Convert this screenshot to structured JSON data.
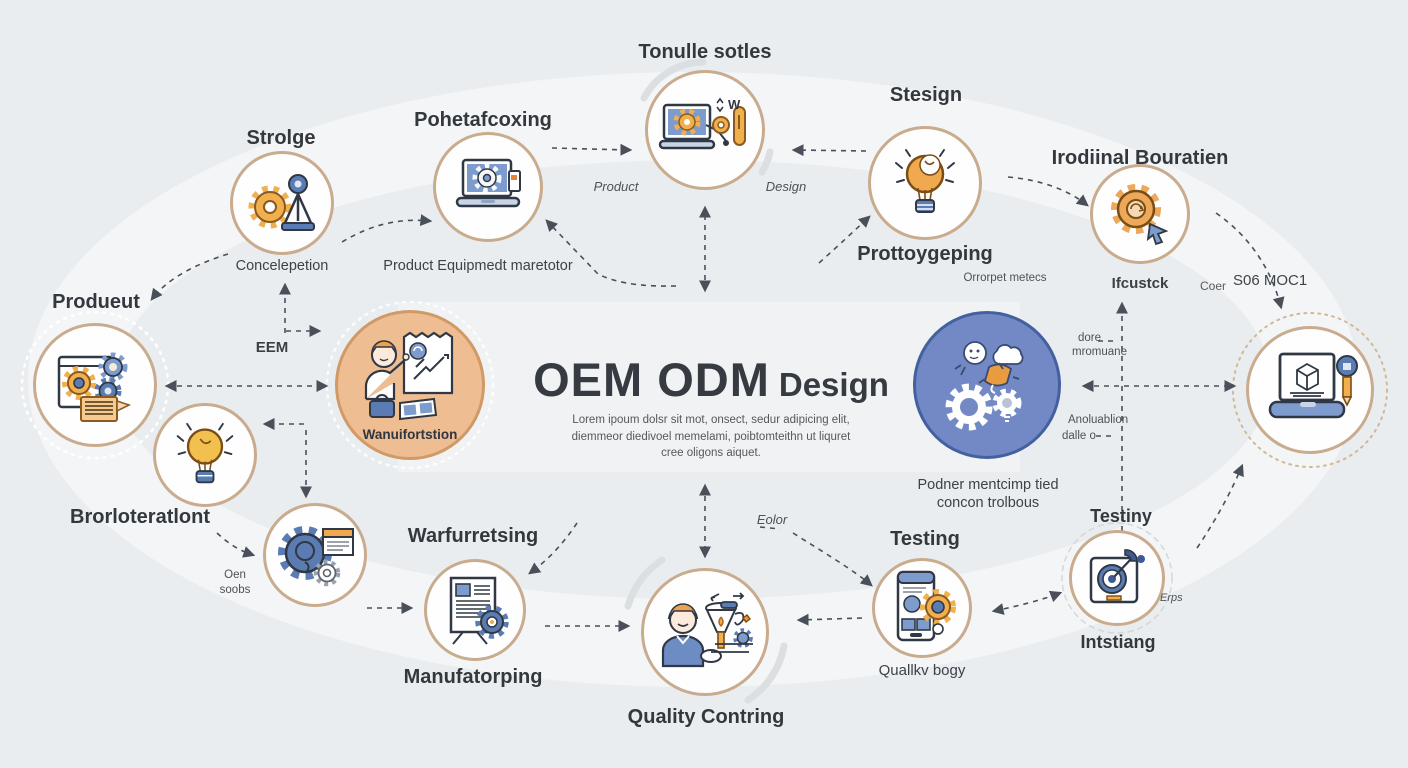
{
  "diagram": {
    "center": {
      "title": "OEM ODM",
      "title_accent": "Design",
      "body_line1": "Lorem ipoum dolsr sit mot, onsect, sedur adipicing elit,",
      "body_line2": "diemmeor diedivoel memelami, poibtomteithn ut liquret",
      "body_line3": "cree oligons aiquet."
    },
    "nodes": {
      "strolge": {
        "title": "Strolge",
        "caption": "Concelepetion"
      },
      "pohetafcoxing": {
        "title": "Pohetafcoxing",
        "caption": "Product Equipmedt maretotor"
      },
      "tonulle": {
        "title": "Tonulle sotles",
        "note_left": "Product",
        "note_right": "Design",
        "icon_letter": "W"
      },
      "stesign": {
        "title": "Stesign",
        "caption": "Prottoygeping",
        "note": "Orrorpet metecs"
      },
      "irodiinal": {
        "title": "Irodiinal Bouratien",
        "caption": "Ifcustck",
        "note_small": "Coer",
        "note_code": "S06 MOC1"
      },
      "produeut": {
        "title": "Produeut",
        "note": "EEM"
      },
      "brorloteratlont": {
        "title": "Brorloteratlont",
        "note_line1": "Oen",
        "note_line2": "soobs"
      },
      "warfurretsing": {
        "title": "Warfurretsing"
      },
      "manufatorping": {
        "title": "Manufatorping"
      },
      "quality": {
        "title": "Quality Contring"
      },
      "testing": {
        "title": "Testing",
        "caption": "Quallkv bogy"
      },
      "testiny": {
        "title": "Testiny",
        "caption": "Intstiang",
        "note": "Erps"
      },
      "wanuifortstion": {
        "label": "Wanuifortstion"
      },
      "collaboration": {
        "caption_line1": "Podner mentcimp tied",
        "caption_line2": "concon trolbous"
      }
    },
    "annotations": {
      "eolor": "Eolor",
      "dore": "dore",
      "mromuane": "mromuane",
      "anoluablion": "Anoluablion",
      "dalle": "dalle o"
    },
    "icons": {
      "strolge": "gear-tripod-icon",
      "pohetafcoxing": "laptop-gear-icon",
      "tonulle": "laptop-config-icon",
      "stesign": "lightbulb-icon",
      "irodiinal": "gear-cursor-icon",
      "right_station": "laptop-cube-pencil-icon",
      "produeut": "document-gears-icon",
      "brorloteratlont": "lightbulb-icon",
      "oem_gear": "blue-gear-window-icon",
      "manufatorping": "document-gear-icon",
      "quality": "person-funnel-icon",
      "testing": "phone-gear-icon",
      "testiny": "target-pin-icon",
      "wanuifortstion": "person-flipchart-icon",
      "collaboration": "gear-bulb-cloud-doodle-icon"
    }
  },
  "colors": {
    "background": "#eaedef",
    "loop_band": "#f3f5f6",
    "node_border": "#c9ab8e",
    "accent_orange": "#f2b04c",
    "accent_blue": "#5b7cb3",
    "big_blue_fill": "#7289c5",
    "big_orange_fill": "#eebd92",
    "text_dark": "#33383e",
    "connector": "#4a5158"
  }
}
